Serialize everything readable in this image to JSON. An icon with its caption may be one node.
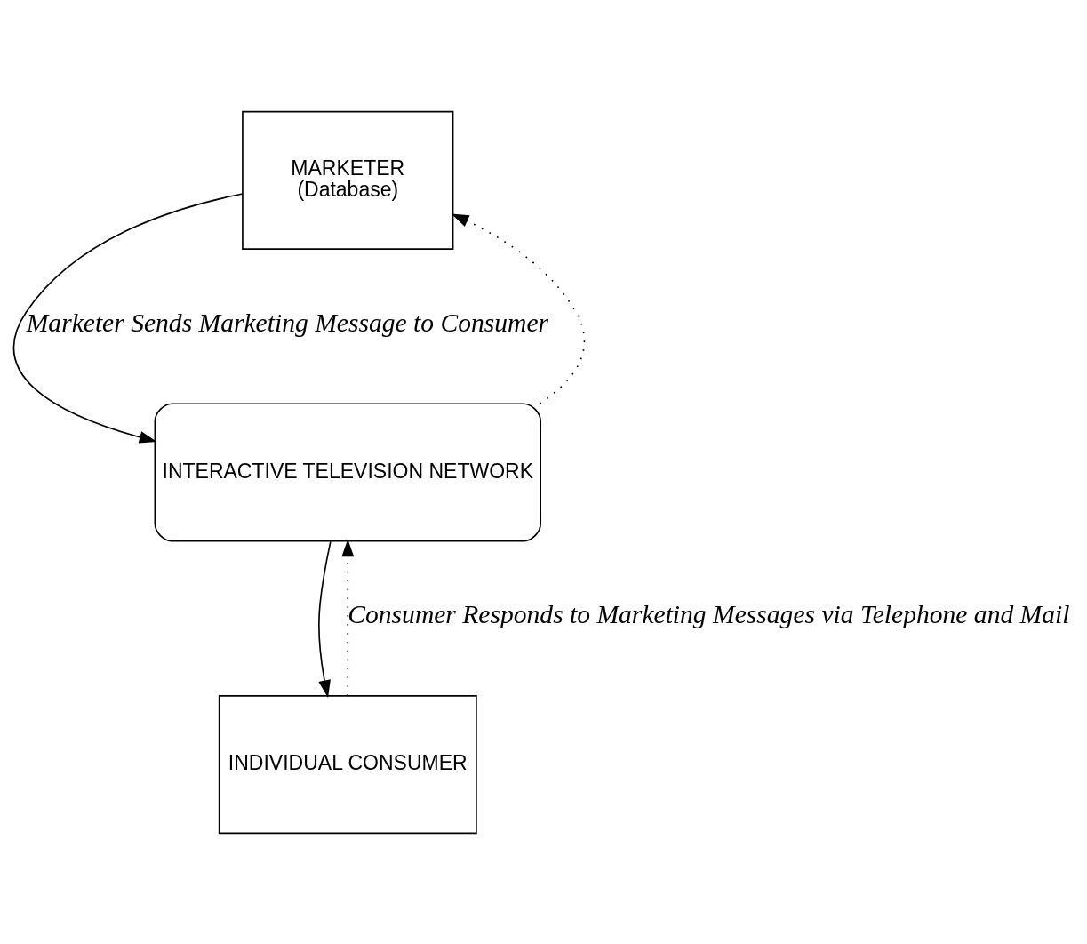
{
  "diagram": {
    "nodes": [
      {
        "text": [
          "MARKETER",
          "(Database)"
        ]
      },
      {
        "text": [
          "INTERACTIVE TELEVISION NETWORK"
        ]
      },
      {
        "text": [
          "INDIVIDUAL CONSUMER"
        ]
      }
    ],
    "edges": [
      {
        "from": 0,
        "to": 1,
        "arrow": "to",
        "label": "Marketer Sends Marketing Message to Consumer"
      },
      {
        "from": 1,
        "to": 0,
        "arrow": "to",
        "style": "dashed"
      },
      {
        "from": 1,
        "to": 2,
        "arrow": "to"
      },
      {
        "from": 2,
        "to": 1,
        "arrow": "to",
        "style": "dashed",
        "label": "Consumer Responds to Marketing Messages via Telephone and Mail"
      }
    ]
  }
}
